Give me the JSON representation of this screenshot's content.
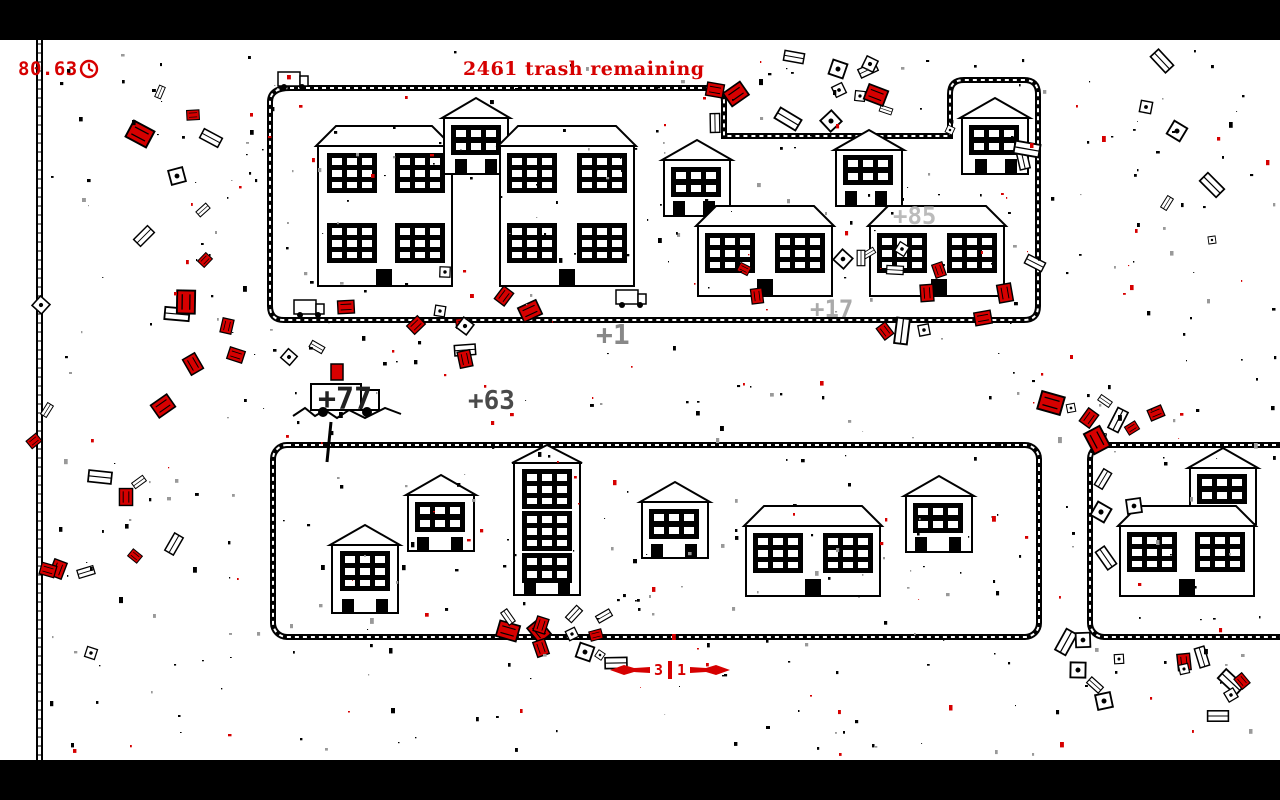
{
  "hud": {
    "timer": "80.63",
    "trash_remaining": "2461 trash remaining",
    "wave_left": "3",
    "wave_right": "1"
  },
  "score_popups": [
    "+63",
    "+85",
    "+17",
    "+1",
    "+77"
  ],
  "icons": {
    "timer": "clock-icon",
    "vehicle": "garbage-truck-icon",
    "trash": "trash-bin-icon",
    "couch": "couch-icon"
  },
  "colors": {
    "accent": "#d60000",
    "ink": "#000000",
    "background": "#ffffff",
    "popup": "#555555"
  }
}
